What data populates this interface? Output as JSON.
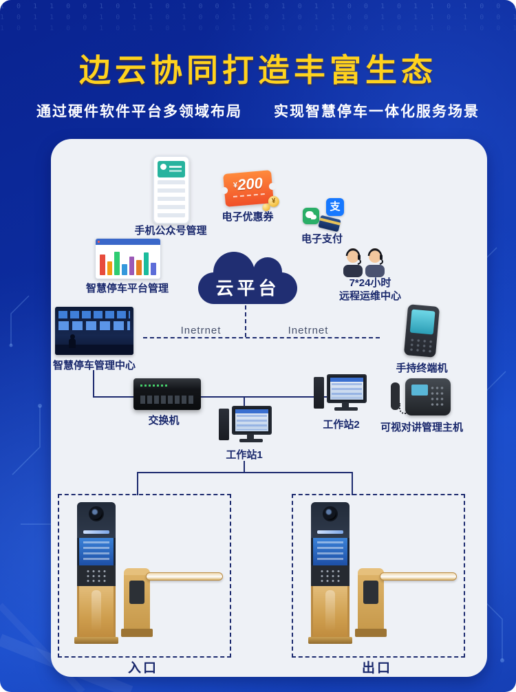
{
  "title": "边云协同打造丰富生态",
  "subtitle": "通过硬件软件平台多领域布局　　实现智慧停车一体化服务场景",
  "cloud_label": "云平台",
  "internet": {
    "left": "Inetrnet",
    "right": "Inetrnet"
  },
  "nodes": {
    "phone_label": "手机公众号管理",
    "coupon_label": "电子优惠券",
    "coupon_currency": "¥",
    "coupon_amount": "200",
    "coin_glyph": "¥",
    "payment_label": "电子支付",
    "alipay_glyph": "支",
    "dashboard_label": "智慧停车平台管理",
    "support_line1": "7*24小时",
    "support_line2": "远程运维中心",
    "monitor_label": "智慧停车管理中心",
    "terminal_label": "手持终端机",
    "switch_label": "交换机",
    "workstation1_label": "工作站1",
    "workstation2_label": "工作站2",
    "intercom_label": "可视对讲管理主机",
    "entrance_label": "入口",
    "exit_label": "出口"
  },
  "colors": {
    "background": "#0c2c9e",
    "title": "#ffd21e",
    "panel": "#eef1f6",
    "navy": "#1c2a6e",
    "gold": "#cf9f4f"
  },
  "decor": {
    "binary_row": "1 0 1 1 0 0 1 0 1 1 0 1 0 0 1 1 0 1 0 1 1 0 0 1 0 1 1 0 1 0 0 1 1 0 1 0"
  }
}
